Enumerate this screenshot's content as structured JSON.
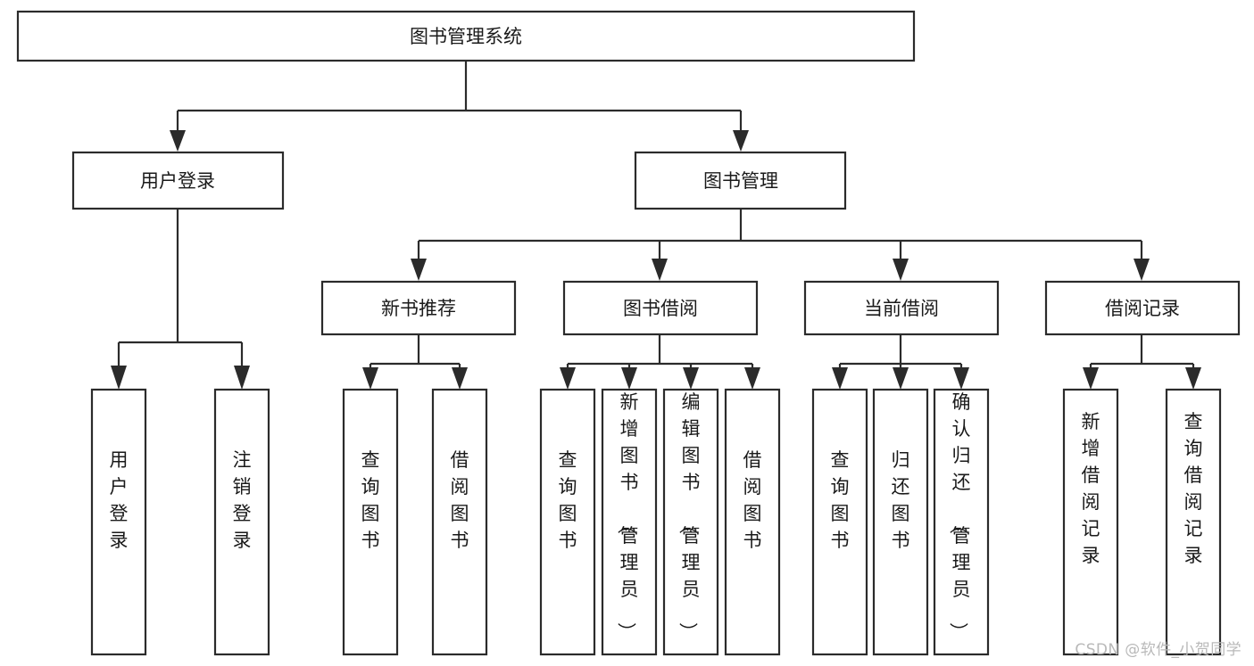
{
  "diagram": {
    "type": "tree",
    "title": "图书管理系统",
    "orientation": "top-down",
    "colors": {
      "box_stroke": "#2b2b2b",
      "box_fill": "#ffffff",
      "connector": "#2b2b2b",
      "text": "#1a1a1a",
      "background": "#ffffff",
      "watermark": "#b9b9b9"
    },
    "root": {
      "label": "图书管理系统"
    },
    "level2": [
      {
        "label": "用户登录"
      },
      {
        "label": "图书管理"
      }
    ],
    "level3": [
      {
        "label": "新书推荐"
      },
      {
        "label": "图书借阅"
      },
      {
        "label": "当前借阅"
      },
      {
        "label": "借阅记录"
      }
    ],
    "leaves_user_login": [
      {
        "label": "用户登录"
      },
      {
        "label": "注销登录"
      }
    ],
    "leaves_new_book": [
      {
        "label": "查询图书"
      },
      {
        "label": "借阅图书"
      }
    ],
    "leaves_borrow": [
      {
        "label": "查询图书"
      },
      {
        "label": "新增图书（管理员）"
      },
      {
        "label": "编辑图书（管理员）"
      },
      {
        "label": "借阅图书"
      }
    ],
    "leaves_current": [
      {
        "label": "查询图书"
      },
      {
        "label": "归还图书"
      },
      {
        "label": "确认归还（管理员）"
      }
    ],
    "leaves_records": [
      {
        "label": "新增借阅记录"
      },
      {
        "label": "查询借阅记录"
      }
    ]
  },
  "watermark": {
    "text": "CSDN @软件_小贺同学"
  }
}
